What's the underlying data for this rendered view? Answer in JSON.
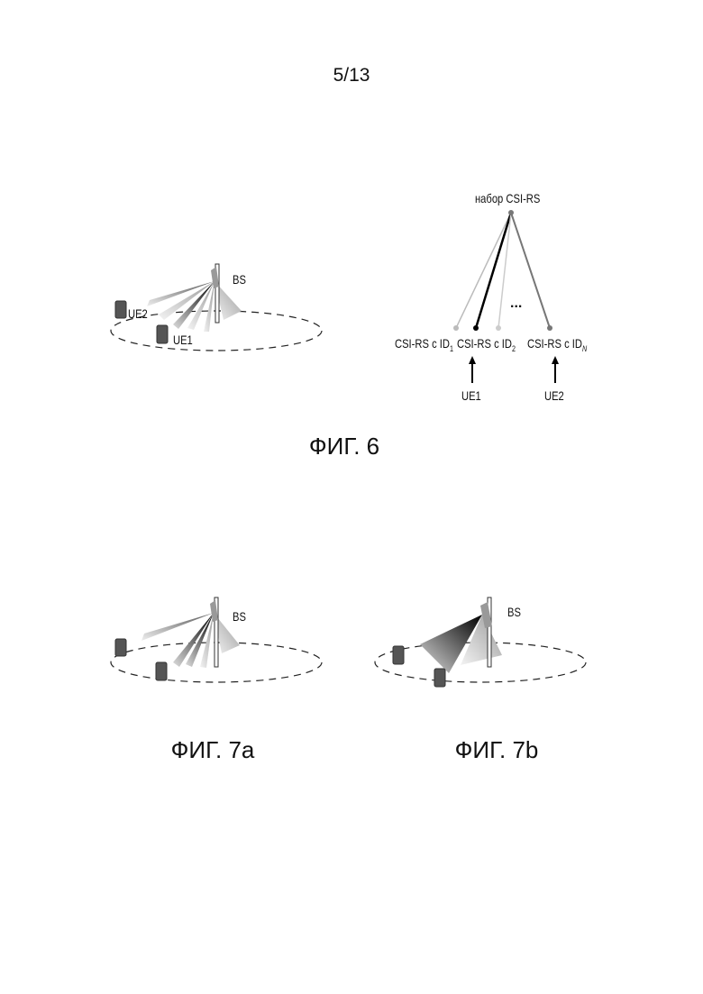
{
  "page_number": "5/13",
  "fig6": {
    "caption": "ФИГ. 6",
    "bs_label": "BS",
    "ue1_label": "UE1",
    "ue2_label": "UE2",
    "tree": {
      "root_label": "набор CSI-RS",
      "leaves": [
        {
          "prefix": "CSI-RS c ID",
          "sub": "1"
        },
        {
          "prefix": "CSI-RS c ID",
          "sub": "2"
        },
        {
          "prefix": "CSI-RS c ID",
          "sub": "N"
        }
      ],
      "ellipsis": "...",
      "ue1": "UE1",
      "ue2": "UE2"
    }
  },
  "fig7a": {
    "caption": "ФИГ. 7a",
    "bs_label": "BS"
  },
  "fig7b": {
    "caption": "ФИГ. 7b",
    "bs_label": "BS"
  }
}
